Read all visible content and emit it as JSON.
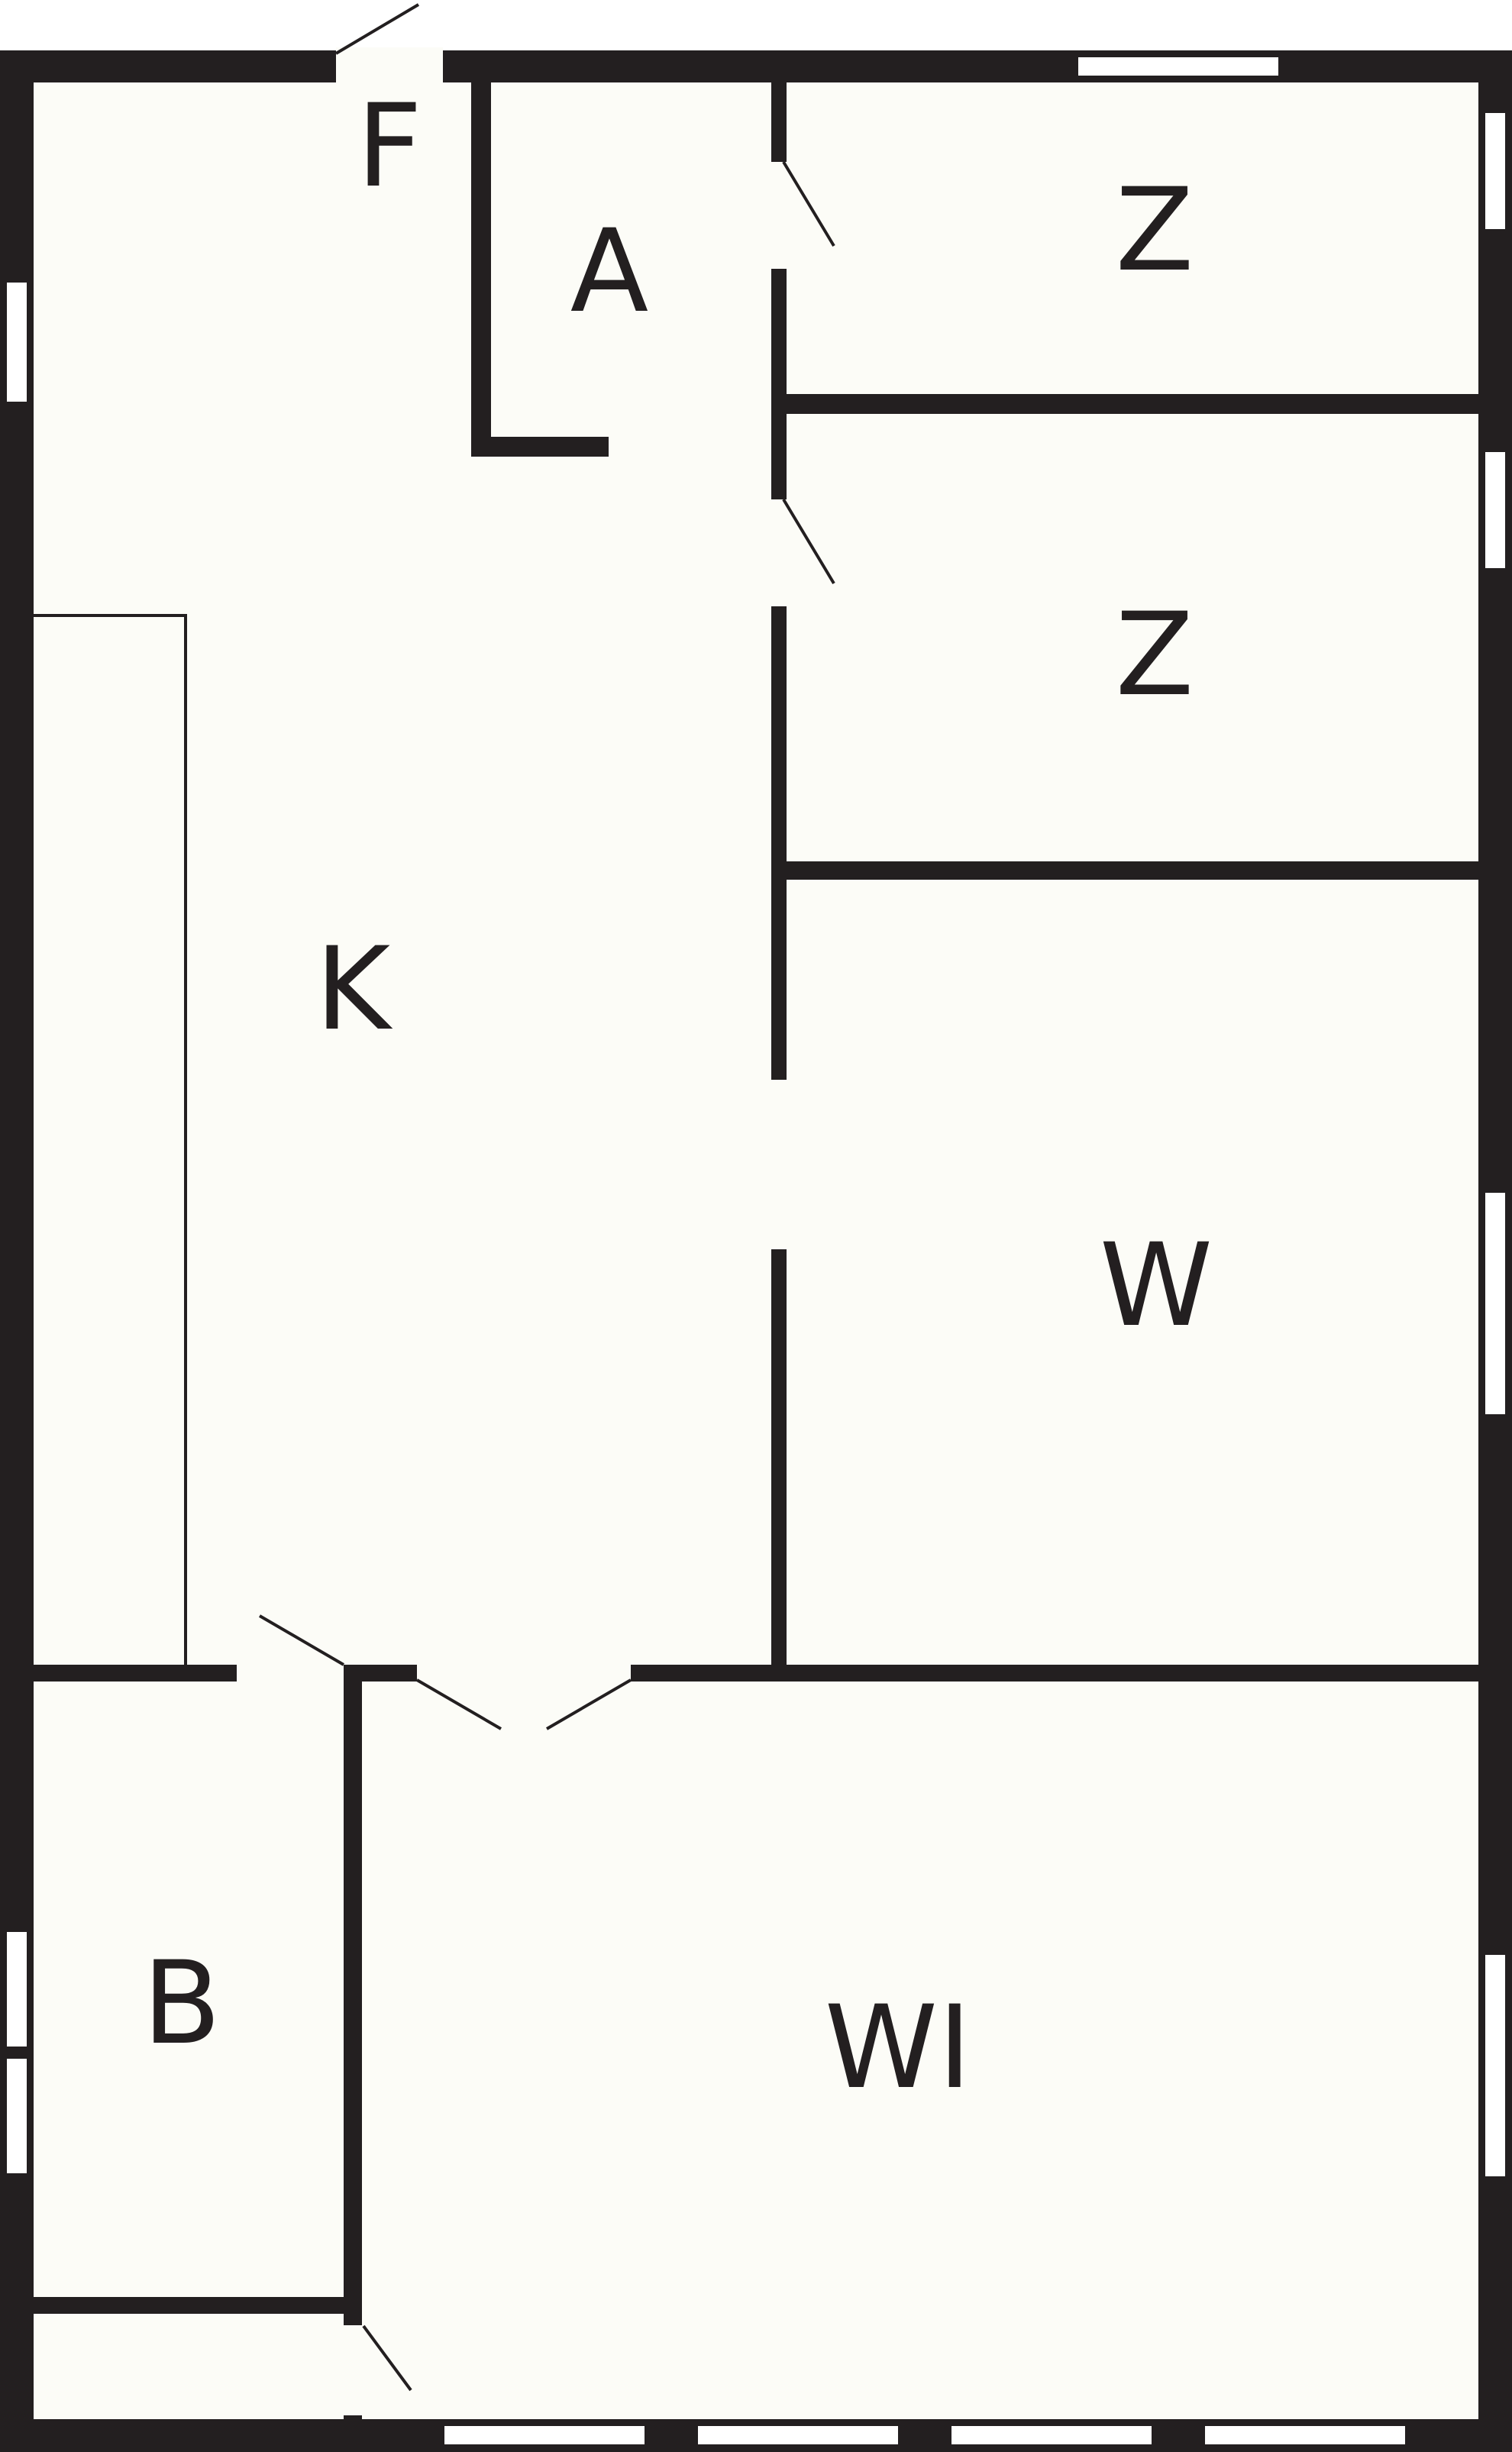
{
  "plan": {
    "colors": {
      "wall": "#231f20",
      "floor": "#fcfcf7",
      "window": "#ffffff",
      "background": "#ffffff"
    },
    "rooms": [
      {
        "id": "foyer",
        "label": "F"
      },
      {
        "id": "closet",
        "label": "A"
      },
      {
        "id": "bedroom-top",
        "label": "Z"
      },
      {
        "id": "bedroom-middle",
        "label": "Z"
      },
      {
        "id": "kitchen",
        "label": "K"
      },
      {
        "id": "living",
        "label": "W"
      },
      {
        "id": "bath",
        "label": "B"
      },
      {
        "id": "living-large",
        "label": "WI"
      }
    ]
  }
}
